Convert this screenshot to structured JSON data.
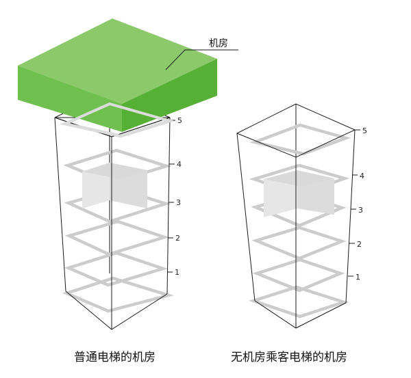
{
  "colors": {
    "machine_room_top": "#8bc96a",
    "machine_room_front": "#6fc04e",
    "machine_room_right": "#56b036",
    "frame": "#1a1a1a",
    "floor": "#cccccc",
    "car_front": "#e6e6e6",
    "car_side": "#d4d4d4"
  },
  "machine_room_label": "机房",
  "left_diagram": {
    "caption": "普通电梯的机房",
    "floors": [
      "1",
      "2",
      "3",
      "4",
      "5"
    ]
  },
  "right_diagram": {
    "caption": "无机房乘客电梯的机房",
    "floors": [
      "1",
      "2",
      "3",
      "4",
      "5"
    ]
  }
}
